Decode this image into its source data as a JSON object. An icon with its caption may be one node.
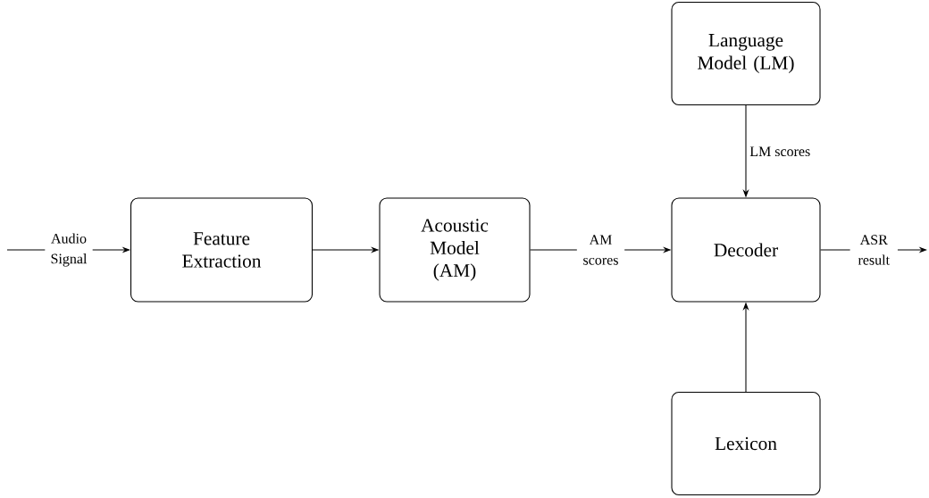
{
  "diagram": {
    "nodes": [
      {
        "text": [
          "Feature Extraction"
        ]
      },
      {
        "text": [
          "Acoustic Model (AM)"
        ]
      },
      {
        "text": [
          "Decoder"
        ]
      },
      {
        "text": [
          "Language Model (LM)"
        ]
      },
      {
        "text": [
          "Lexicon"
        ]
      }
    ],
    "edges": [
      {
        "from": null,
        "to": 0,
        "arrow": "to",
        "label": "Audio Signal"
      },
      {
        "from": 0,
        "to": 1,
        "arrow": "to"
      },
      {
        "from": 1,
        "to": 2,
        "arrow": "to",
        "label": "AM scores"
      },
      {
        "from": 3,
        "to": 2,
        "arrow": "to",
        "label": "LM scores"
      },
      {
        "from": 4,
        "to": 2,
        "arrow": "to"
      },
      {
        "from": 2,
        "to": null,
        "arrow": "to",
        "label": "ASR result"
      }
    ]
  }
}
